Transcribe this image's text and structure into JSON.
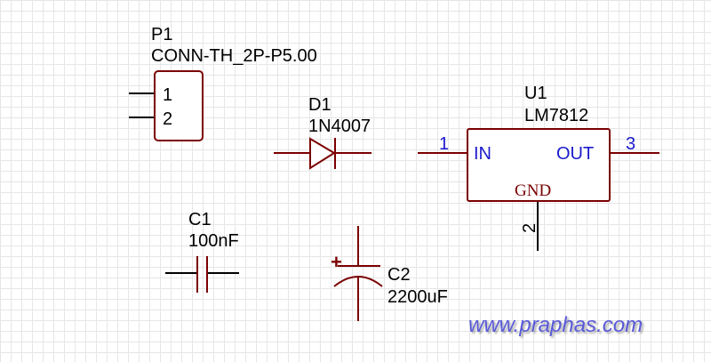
{
  "components": {
    "p1": {
      "designator": "P1",
      "value": "CONN-TH_2P-P5.00",
      "pins": [
        "1",
        "2"
      ]
    },
    "d1": {
      "designator": "D1",
      "value": "1N4007"
    },
    "u1": {
      "designator": "U1",
      "value": "LM7812",
      "pin_in_number": "1",
      "pin_in_name": "IN",
      "pin_out_number": "3",
      "pin_out_name": "OUT",
      "pin_gnd_number": "2",
      "pin_gnd_name": "GND"
    },
    "c1": {
      "designator": "C1",
      "value": "100nF"
    },
    "c2": {
      "designator": "C2",
      "value": "2200uF",
      "polarity_mark": "+"
    }
  },
  "watermark": "www.praphas.com",
  "colors": {
    "component": "#7a0000",
    "pin_label": "#1a1acc",
    "grid": "#e6e6e6",
    "watermark": "#5a5ad8"
  }
}
